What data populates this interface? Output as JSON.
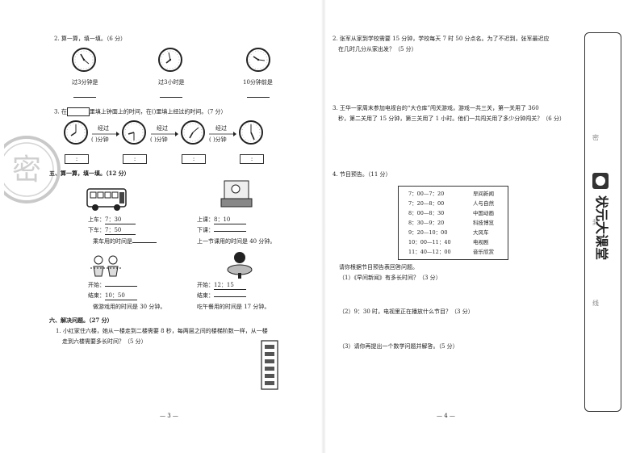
{
  "left": {
    "q2": {
      "title": "2. 算一算，填一填。（6 分）",
      "captions": [
        "过3分钟是",
        "过3小时是",
        "10分钟前是"
      ]
    },
    "q3": {
      "title_a": "3. 在",
      "title_b": "里填上钟面上的时间，在(",
      "title_c": ")里填上经过的时间。（7 分）",
      "passes": [
        "经过",
        "经过",
        "经过"
      ],
      "minutes": [
        "(    )分钟",
        "(    )分钟",
        "(    )分钟"
      ],
      "colon": ":"
    },
    "q5": {
      "title": "五、算一算，填一填。（12 分）",
      "bus_on": "上车：",
      "bus_on_time": "7：30",
      "bus_off": "下车：",
      "bus_off_time": "7：50",
      "bus_q": "乘车用的时间是",
      "class_on": "上课：",
      "class_on_time": "8：10",
      "class_off": "下课：",
      "class_q": "上一节课用的时间是 40 分钟。",
      "game_start": "开始：",
      "game_end": "结束：",
      "game_end_time": "10：50",
      "game_q": "做游戏用的时间是 30 分钟。",
      "lunch_start": "开始：",
      "lunch_start_time": "12：15",
      "lunch_end": "结束：",
      "lunch_q": "吃午餐用的时间是 17 分钟。"
    },
    "q6": {
      "title": "六、解决问题。（27 分）",
      "p1_a": "1. 小红家住六楼，她从一楼走到二楼需要 8 秒，每两层之间的楼梯阶数一样，从一楼",
      "p1_b": "走到六楼需要多长时间？（5 分）"
    },
    "page_num": "— 3 —",
    "stamp": "密"
  },
  "right": {
    "p2_a": "2. 张军从家到学校需要 15 分钟，学校每天 7 时 50 分点名。为了不迟到，张军最迟应",
    "p2_b": "在几时几分从家出发？（5 分）",
    "p3_a": "3. 王华一家周末参加电视台的“大仓库”闯关游戏，游戏一共三关，第一关用了 360",
    "p3_b": "秒，第二关用了 15 分钟，第三关用了 1 小时。他们一共闯关用了多少分钟闯关？（6 分）",
    "p4_title": "4. 节目预告。（11 分）",
    "schedule": [
      {
        "time": "7：00—7：20",
        "show": "早间新闻"
      },
      {
        "time": "7：20—8：00",
        "show": "人与自然"
      },
      {
        "time": "8：00—8：30",
        "show": "中国动画"
      },
      {
        "time": "8：30—9：20",
        "show": "科技博览"
      },
      {
        "time": "9：20—10：00",
        "show": "大风车"
      },
      {
        "time": "10：00—11：40",
        "show": "电视剧"
      },
      {
        "time": "11：40—12：00",
        "show": "音乐欣赏"
      }
    ],
    "p4_intro": "请你根据节目预告表回答问题。",
    "p4_q1": "（1）《早间新闻》有多长时间？（3 分）",
    "p4_q2": "（2）9：30 时，电视里正在播放什么节目？（3 分）",
    "p4_q3": "（3）请你再提出一个数学问题并解答。（5 分）",
    "page_num": "— 4 —"
  },
  "sidebar": {
    "brand": "状元大课堂",
    "side_chars": [
      "密",
      "封",
      "线"
    ]
  }
}
